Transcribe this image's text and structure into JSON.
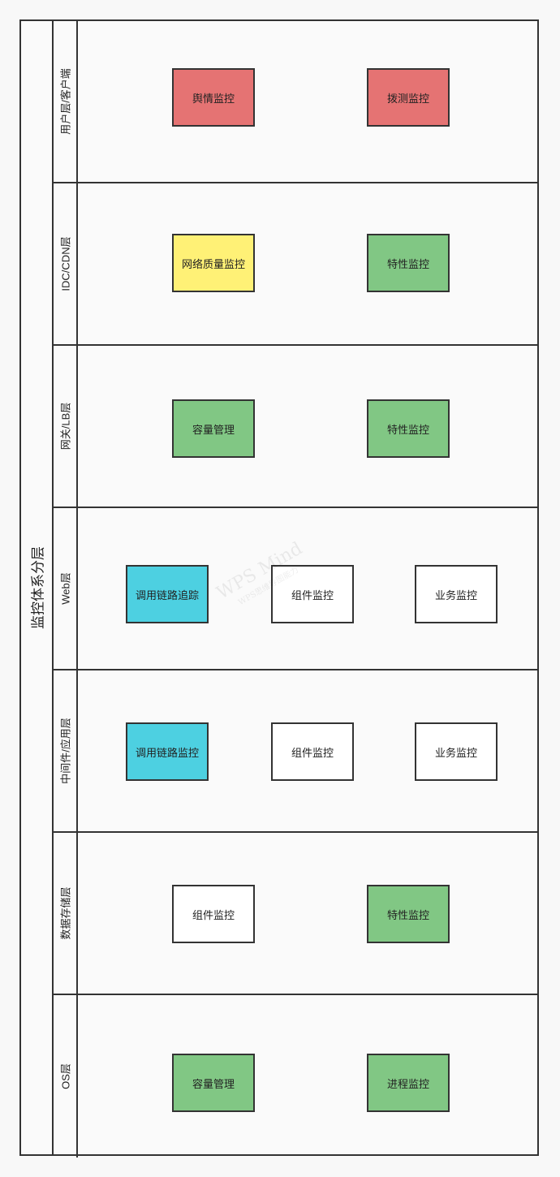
{
  "title": "监控体系分层",
  "watermark": {
    "line1": "WPS Mind",
    "line2": "WPS思维导图能力"
  },
  "colors": {
    "red": "#e57373",
    "yellow": "#fff176",
    "green": "#81c784",
    "cyan": "#4dd0e1",
    "white": "#ffffff"
  },
  "layers": [
    {
      "label": "用户层/客户端",
      "nodes": [
        {
          "label": "舆情监控",
          "color": "#e57373"
        },
        {
          "label": "拨测监控",
          "color": "#e57373"
        }
      ]
    },
    {
      "label": "IDC/CDN层",
      "nodes": [
        {
          "label": "网络质量监控",
          "color": "#fff176"
        },
        {
          "label": "特性监控",
          "color": "#81c784"
        }
      ]
    },
    {
      "label": "网关/LB层",
      "nodes": [
        {
          "label": "容量管理",
          "color": "#81c784"
        },
        {
          "label": "特性监控",
          "color": "#81c784"
        }
      ]
    },
    {
      "label": "Web层",
      "nodes": [
        {
          "label": "调用链路追踪",
          "color": "#4dd0e1"
        },
        {
          "label": "组件监控",
          "color": "#ffffff"
        },
        {
          "label": "业务监控",
          "color": "#ffffff"
        }
      ]
    },
    {
      "label": "中间件/应用层",
      "nodes": [
        {
          "label": "调用链路监控",
          "color": "#4dd0e1"
        },
        {
          "label": "组件监控",
          "color": "#ffffff"
        },
        {
          "label": "业务监控",
          "color": "#ffffff"
        }
      ]
    },
    {
      "label": "数据存储层",
      "nodes": [
        {
          "label": "组件监控",
          "color": "#ffffff"
        },
        {
          "label": "特性监控",
          "color": "#81c784"
        }
      ]
    },
    {
      "label": "OS层",
      "nodes": [
        {
          "label": "容量管理",
          "color": "#81c784"
        },
        {
          "label": "进程监控",
          "color": "#81c784"
        }
      ]
    }
  ]
}
